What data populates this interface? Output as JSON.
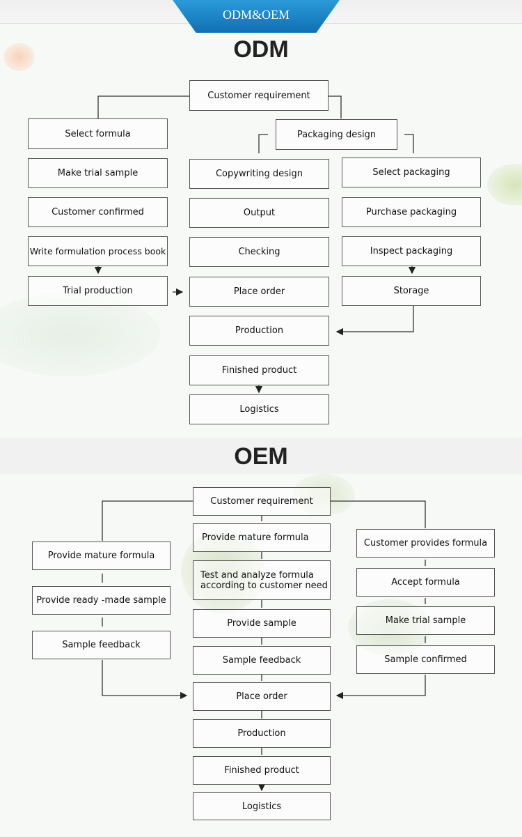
{
  "banner": "ODM&OEM",
  "odm": {
    "title": "ODM",
    "customer_requirement": "Customer requirement",
    "left": [
      "Select  formula",
      "Make trial sample",
      "Customer  confirmed",
      "Write formulation process book",
      "Trial production"
    ],
    "packaging_design": "Packaging design",
    "middle": [
      "Copywriting design",
      "Output",
      "Checking",
      "Place order",
      "Production",
      "Finished product",
      "Logistics"
    ],
    "right": [
      "Select packaging",
      "Purchase packaging",
      "Inspect packaging",
      "Storage"
    ]
  },
  "oem": {
    "title": "OEM",
    "customer_requirement": "Customer requirement",
    "left": [
      "Provide  mature  formula",
      "Provide ready -made sample",
      "Sample feedback"
    ],
    "middle": [
      "Provide  mature  formula",
      "Test  and  analyze formula\naccording  to  customer need",
      "Provide sample",
      "Sample feedback",
      "Place order",
      "Production",
      "Finished product",
      "Logistics"
    ],
    "right": [
      "Customer provides formula",
      "Accept formula",
      "Make trial sample",
      "Sample confirmed"
    ]
  }
}
